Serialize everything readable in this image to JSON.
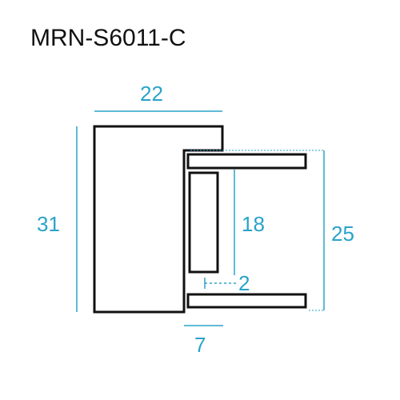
{
  "title": "MRN-S6011-C",
  "colors": {
    "profile_stroke": "#111111",
    "dimension": "#2aa3c9",
    "background": "#ffffff"
  },
  "dimensions": {
    "top_width": "22",
    "left_height": "31",
    "inner_height": "18",
    "right_height": "25",
    "small_gap": "2",
    "bottom_width": "7"
  }
}
